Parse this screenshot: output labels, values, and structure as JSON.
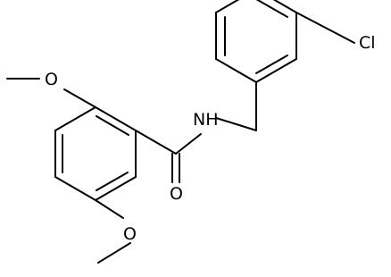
{
  "structure": {
    "atoms": {
      "o_methoxy_top": "O",
      "nh": "N​H",
      "cl": "Cl",
      "o_carbonyl": "O",
      "o_methoxy_bottom": "O"
    }
  },
  "colors": {
    "bond": "#000000",
    "text": "#000000",
    "background": "#ffffff"
  }
}
